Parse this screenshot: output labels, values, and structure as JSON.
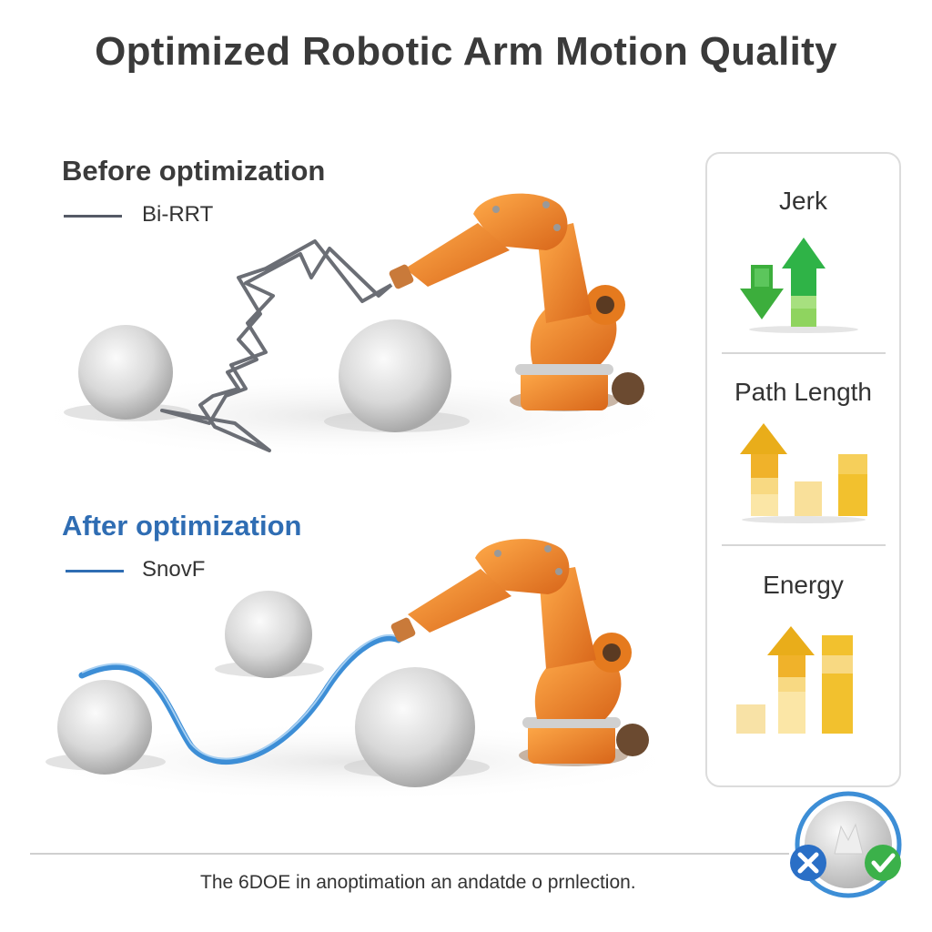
{
  "title": "Optimized Robotic Arm Motion Quality",
  "before": {
    "label": "Before optimization",
    "legend": "Bi-RRT",
    "line_color": "#555a66"
  },
  "after": {
    "label": "After optimization",
    "legend": "SnovF",
    "line_color": "#2f6db3",
    "path_color": "#3d8ed6"
  },
  "metrics": [
    {
      "label": "Jerk"
    },
    {
      "label": "Path Length"
    },
    {
      "label": "Energy"
    }
  ],
  "colors": {
    "robot_orange": "#f08a24",
    "green_up": "#2fb347",
    "green_down": "#3cae3c",
    "yellow": "#f2c12e",
    "obstacle": "#d9d9d9",
    "badge_blue": "#2a6fc6",
    "badge_green": "#3bb14a"
  },
  "icons": [
    "cross-icon",
    "check-icon"
  ],
  "footer": "The 6DOE in anoptimation an andatde o prnlection."
}
